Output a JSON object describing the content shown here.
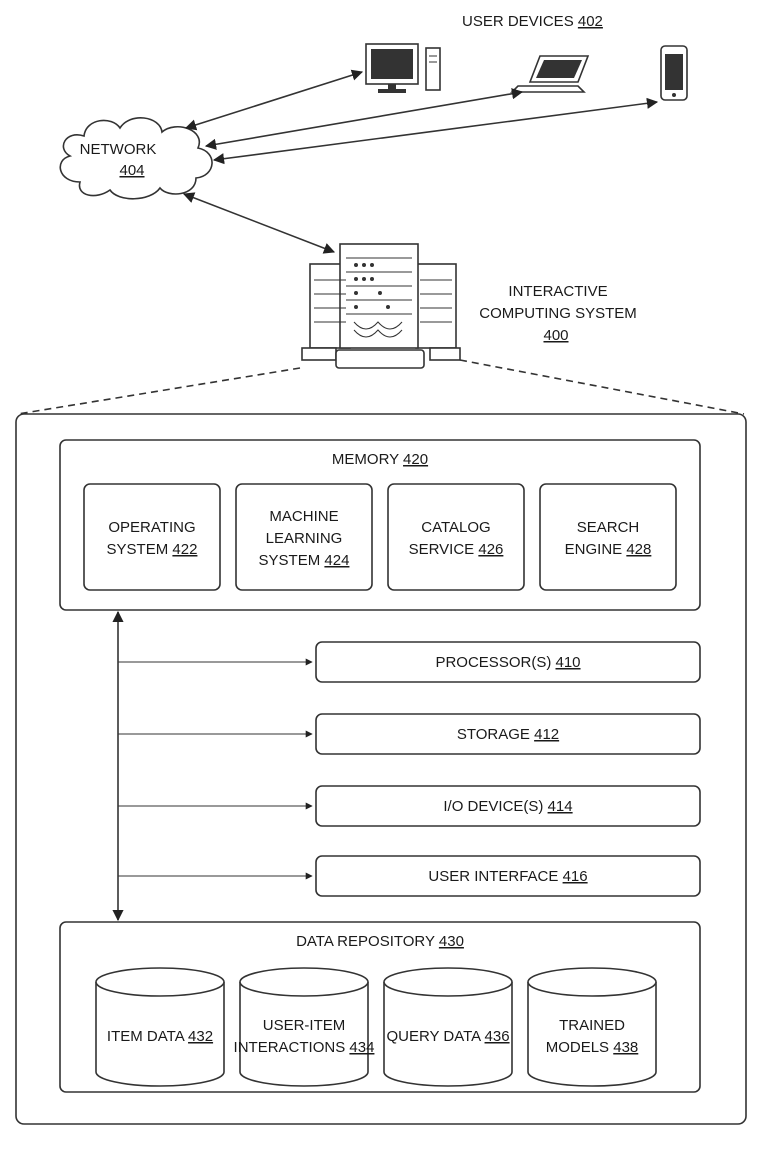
{
  "user_devices": {
    "label": "USER DEVICES",
    "ref": "402"
  },
  "network": {
    "label": "NETWORK",
    "ref": "404"
  },
  "interactive_system": {
    "line1": "INTERACTIVE",
    "line2": "COMPUTING SYSTEM",
    "ref": "400"
  },
  "memory": {
    "label": "MEMORY",
    "ref": "420",
    "modules": [
      {
        "lines": [
          "OPERATING",
          "SYSTEM"
        ],
        "ref": "422"
      },
      {
        "lines": [
          "MACHINE",
          "LEARNING",
          "SYSTEM"
        ],
        "ref": "424"
      },
      {
        "lines": [
          "CATALOG",
          "SERVICE"
        ],
        "ref": "426"
      },
      {
        "lines": [
          "SEARCH",
          "ENGINE"
        ],
        "ref": "428"
      }
    ]
  },
  "components": [
    {
      "label": "PROCESSOR(S)",
      "ref": "410"
    },
    {
      "label": "STORAGE",
      "ref": "412"
    },
    {
      "label": "I/O DEVICE(S)",
      "ref": "414"
    },
    {
      "label": "USER INTERFACE",
      "ref": "416"
    }
  ],
  "data_repository": {
    "label": "DATA REPOSITORY",
    "ref": "430",
    "stores": [
      {
        "lines": [
          "ITEM DATA"
        ],
        "ref": "432"
      },
      {
        "lines": [
          "USER-ITEM",
          "INTERACTIONS"
        ],
        "ref": "434"
      },
      {
        "lines": [
          "QUERY DATA"
        ],
        "ref": "436"
      },
      {
        "lines": [
          "TRAINED",
          "MODELS"
        ],
        "ref": "438"
      }
    ]
  }
}
